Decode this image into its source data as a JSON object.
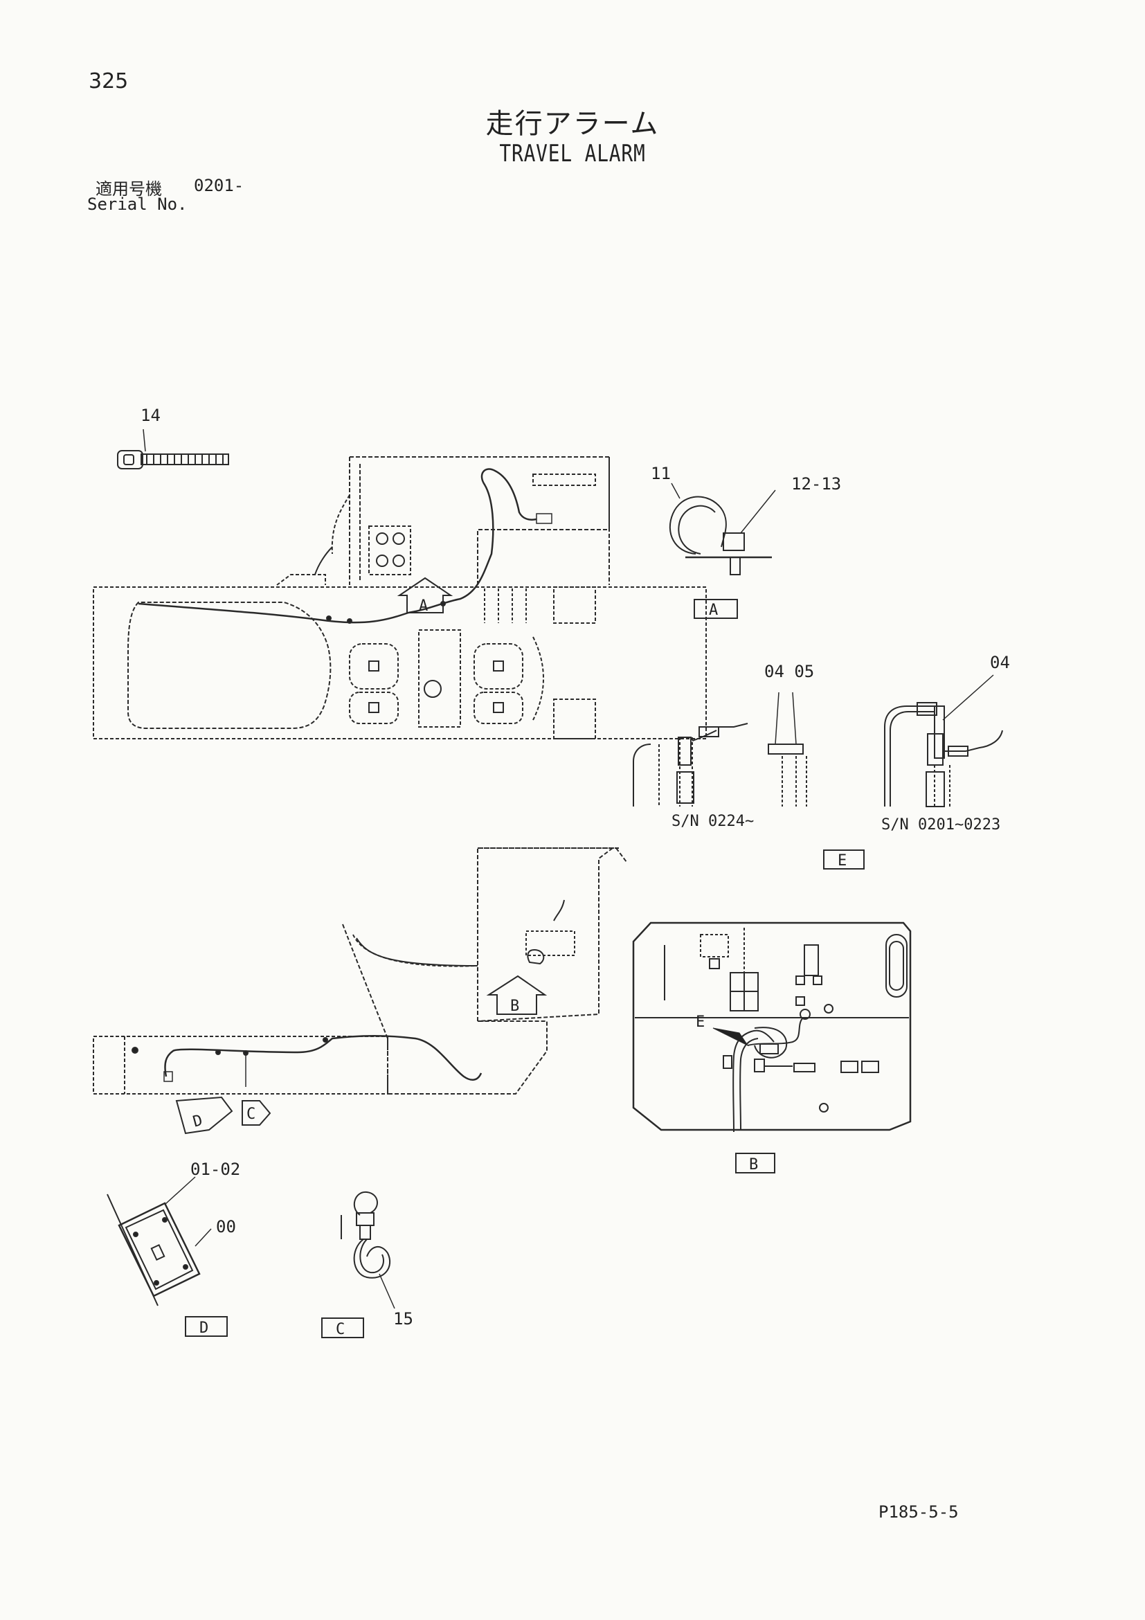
{
  "page_number": "325",
  "title_jp": "走行アラーム",
  "title_en": "TRAVEL ALARM",
  "serial": {
    "label_jp": "適用号機",
    "value": "0201-",
    "label_en": "Serial No."
  },
  "part_labels": {
    "p14": "14",
    "p11": "11",
    "p12_13": "12-13",
    "p04_05": "04 05",
    "p04": "04",
    "p01_02": "01-02",
    "p00": "00",
    "p15": "15"
  },
  "view_labels": {
    "a": "A",
    "b": "B",
    "c": "C",
    "d": "D",
    "e": "E"
  },
  "serial_ranges": {
    "new": "S/N 0224~",
    "old": "S/N 0201~0223"
  },
  "drawing_code": "P185-5-5"
}
